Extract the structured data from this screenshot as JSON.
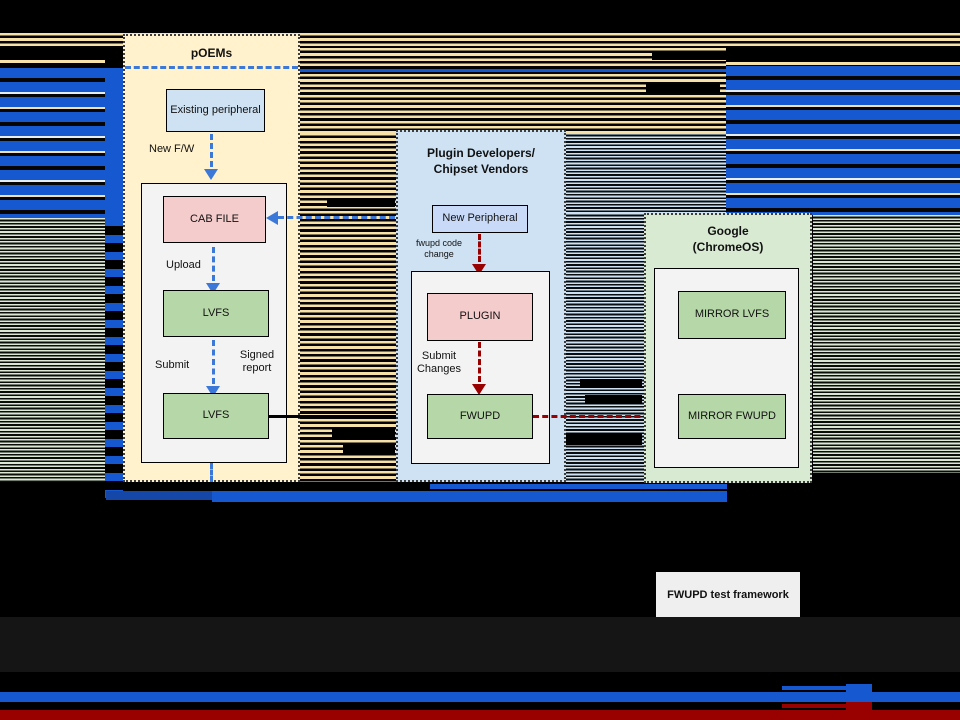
{
  "colors": {
    "accent-blue": "#3c78d8",
    "artifact-blue": "#1658cf",
    "dark-red": "#990000",
    "cream": "#fff2cc",
    "light-blue": "#cfe2f3",
    "light-green": "#d9ead3",
    "box-green": "#b6d7a8",
    "box-pink": "#f4cccc",
    "box-periwinkle": "#c9daf8",
    "panel-gray": "#f3f3f3",
    "tan-stripe": "#f6e2a8",
    "fine-green": "#dce8d4"
  },
  "poems": {
    "title": "pOEMs",
    "existing_peripheral": "Existing peripheral",
    "new_fw": "New F/W",
    "cab_file": "CAB FILE",
    "upload": "Upload",
    "lvfs_upper": "LVFS",
    "submit": "Submit",
    "signed_report": "Signed report",
    "lvfs_lower": "LVFS"
  },
  "plugin": {
    "title_line1": "Plugin Developers/",
    "title_line2": "Chipset Vendors",
    "new_peripheral": "New Peripheral",
    "fwupd_code_change": "fwupd code change",
    "plugin": "PLUGIN",
    "submit_changes": "Submit Changes",
    "fwupd": "FWUPD"
  },
  "google": {
    "title_line1": "Google",
    "title_line2": "(ChromeOS)",
    "mirror_lvfs": "MIRROR LVFS",
    "mirror_fwupd": "MIRROR FWUPD"
  },
  "footer": {
    "test_framework": "FWUPD test framework"
  }
}
